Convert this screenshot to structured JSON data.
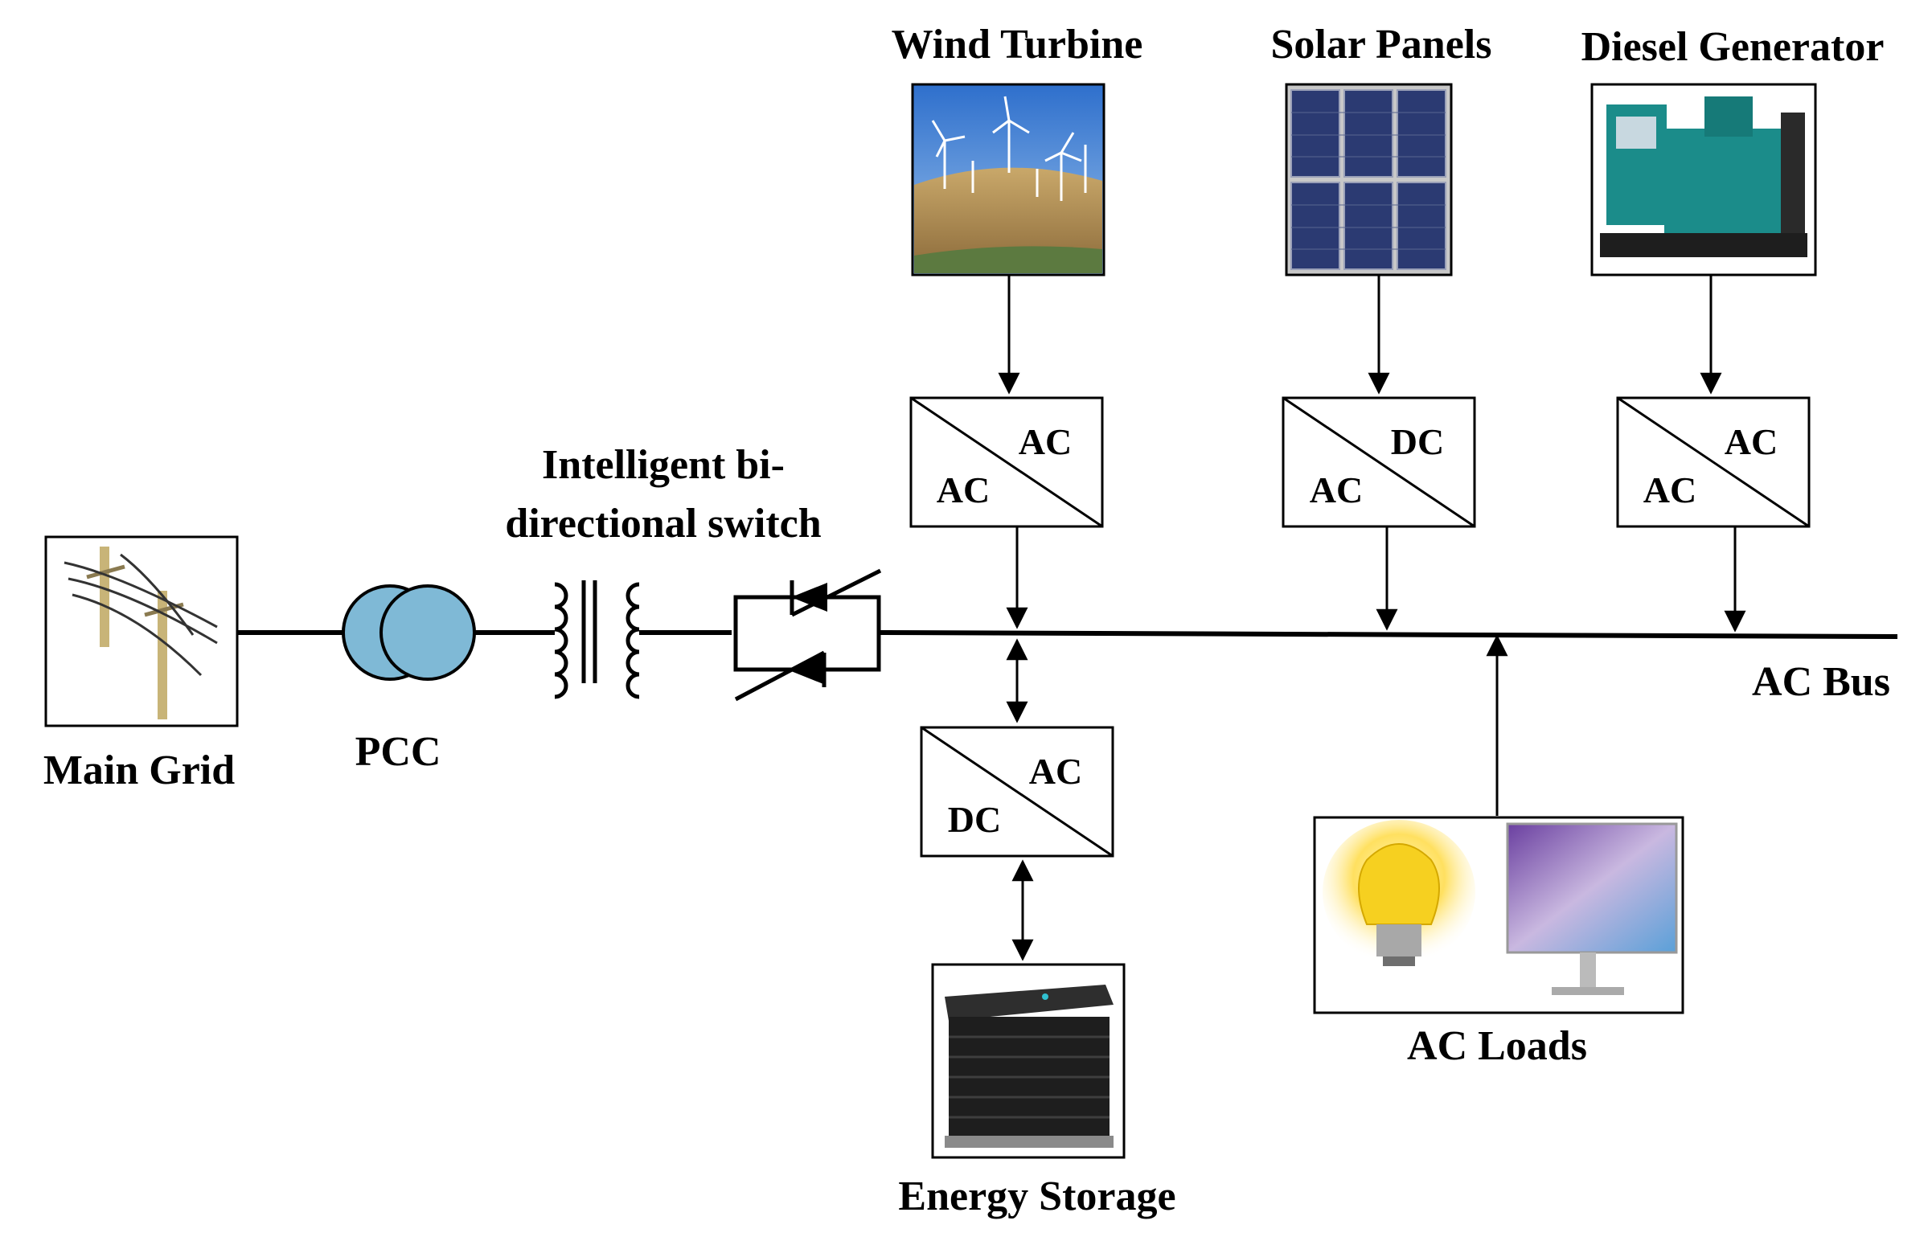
{
  "diagram": {
    "components": {
      "wind_turbine": "Wind Turbine",
      "solar_panels": "Solar Panels",
      "diesel_generator": "Diesel Generator",
      "main_grid": "Main Grid",
      "pcc": "PCC",
      "switch_line1": "Intelligent bi-",
      "switch_line2": "directional switch",
      "ac_bus": "AC Bus",
      "energy_storage": "Energy Storage",
      "ac_loads": "AC Loads"
    },
    "converters": {
      "wind": {
        "top": "AC",
        "bottom": "AC"
      },
      "solar": {
        "top": "DC",
        "bottom": "AC"
      },
      "diesel": {
        "top": "AC",
        "bottom": "AC"
      },
      "storage": {
        "top": "AC",
        "bottom": "DC"
      }
    },
    "colors": {
      "pcc_fill": "#7FB9D6",
      "sky": "#3F7FD0",
      "solar_cell": "#2B3A72",
      "generator": "#1B8C8A",
      "bulb": "#F6D020"
    }
  }
}
